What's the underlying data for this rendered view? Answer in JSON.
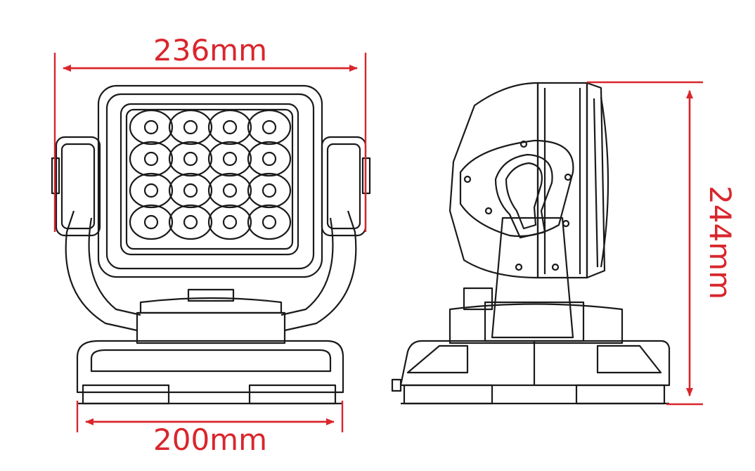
{
  "dimensions": {
    "top_width": "236mm",
    "bottom_width": "200mm",
    "height": "244mm"
  },
  "colors": {
    "dimension": "#d9262c",
    "outline": "#1a1a1a",
    "background": "#ffffff"
  },
  "front_view": {
    "led_rows": 4,
    "led_cols": 4
  }
}
